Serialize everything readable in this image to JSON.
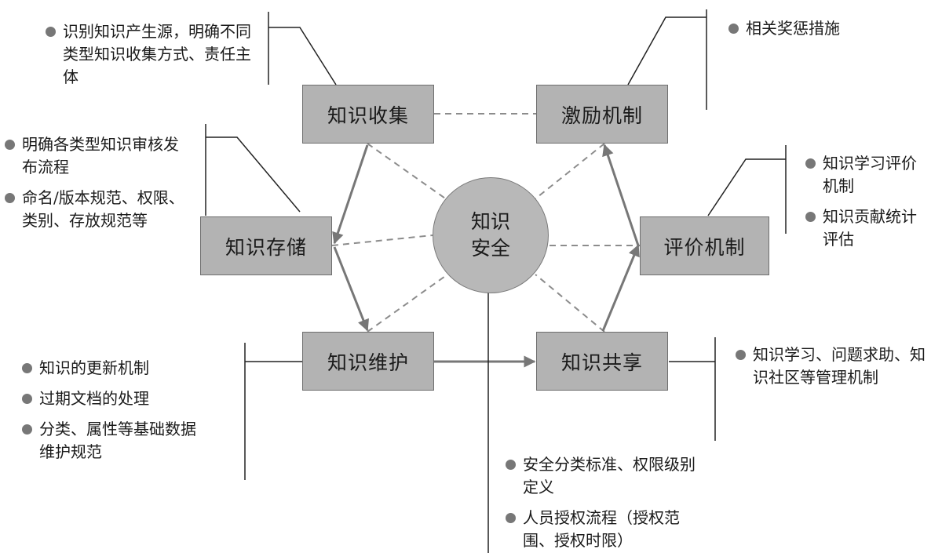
{
  "diagram": {
    "center": {
      "line1": "知识",
      "line2": "安全"
    },
    "nodes": {
      "collect": "知识收集",
      "incentive": "激励机制",
      "storage": "知识存储",
      "evaluation": "评价机制",
      "maintenance": "知识维护",
      "sharing": "知识共享"
    },
    "notes": {
      "collect": [
        "识别知识产生源，明确不同类型知识收集方式、责任主体"
      ],
      "incentive": [
        "相关奖惩措施"
      ],
      "storage": [
        "明确各类型知识审核发布流程",
        "命名/版本规范、权限、类别、存放规范等"
      ],
      "evaluation": [
        "知识学习评价机制",
        "知识贡献统计评估"
      ],
      "maintenance": [
        "知识的更新机制",
        "过期文档的处理",
        "分类、属性等基础数据维护规范"
      ],
      "sharing": [
        "知识学习、问题求助、知识社区等管理机制"
      ],
      "security": [
        "安全分类标准、权限级别定义",
        "人员授权流程（授权范围、授权时限）"
      ]
    },
    "colors": {
      "node_fill": "#b3b3b3",
      "line": "#222222",
      "arrow": "#777777",
      "dash": "#8c8c8c"
    }
  }
}
